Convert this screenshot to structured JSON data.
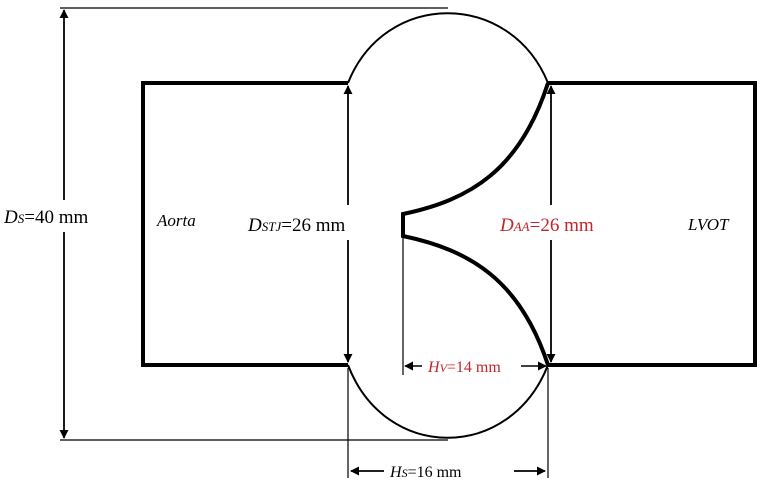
{
  "labels": {
    "aorta": "Aorta",
    "lvot": "LVOT",
    "ds": {
      "sym": "D",
      "sub": "S",
      "value": "=40 mm"
    },
    "dstj": {
      "sym": "D",
      "sub": "STJ",
      "value": "=26 mm"
    },
    "daa": {
      "sym": "D",
      "sub": "AA",
      "value": "=26 mm"
    },
    "hv": {
      "sym": "H",
      "sub": "V",
      "value": "=14 mm"
    },
    "hs": {
      "sym": "H",
      "sub": "S",
      "value": "=16 mm"
    }
  },
  "colors": {
    "line": "#000000",
    "highlight": "#c0262c",
    "background": "#ffffff"
  }
}
